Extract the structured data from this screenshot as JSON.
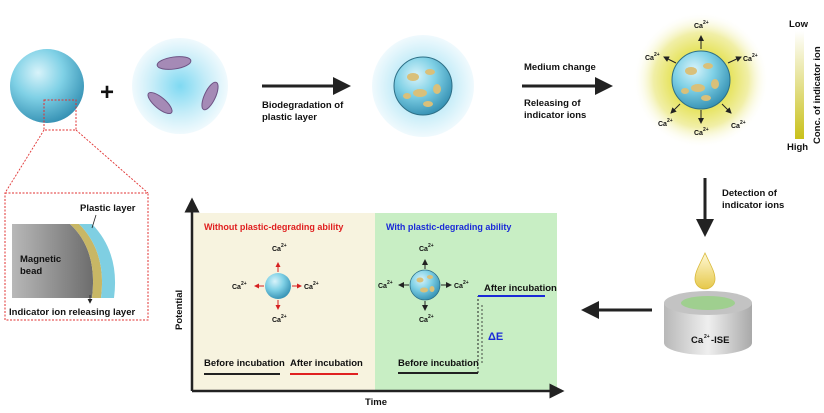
{
  "labels": {
    "biodegradation": [
      "Biodegradation of",
      "plastic layer"
    ],
    "medium_change": "Medium change",
    "releasing": [
      "Releasing of",
      "indicator ions"
    ],
    "detection": [
      "Detection of",
      "indicator ions"
    ],
    "plus": "+",
    "ise": {
      "sup": "2+",
      "base_before": "Ca",
      "base_after": "-ISE"
    }
  },
  "legend": {
    "low": "Low",
    "high": "High",
    "title": "Conc. of indicator ion",
    "colors": [
      "#ffffff",
      "#c9c11a"
    ]
  },
  "inset": {
    "plastic_layer": "Plastic layer",
    "magnetic_bead": [
      "Magnetic",
      "bead"
    ],
    "indicator_layer": "Indicator ion releasing layer"
  },
  "ion": {
    "symbol": "Ca",
    "charge": "2+"
  },
  "plot": {
    "ylabel": "Potential",
    "xlabel": "Time",
    "left_title": "Without plastic-degrading ability",
    "right_title": "With plastic-degrading ability",
    "before": "Before incubation",
    "after": "After  incubation",
    "delta": "ΔE",
    "colors": {
      "left_title": "#e02020",
      "right_title": "#1a2ad8",
      "after_left": "#e02020",
      "after_right": "#1a2ad8",
      "left_bg": "#f7f3df",
      "right_bg": "#c8eec4"
    }
  },
  "colors": {
    "bead": "#7fd0e4",
    "bead_dark": "#2f8fb0",
    "glow": "#bfe9f7",
    "degraded": "#d9c07a"
  }
}
